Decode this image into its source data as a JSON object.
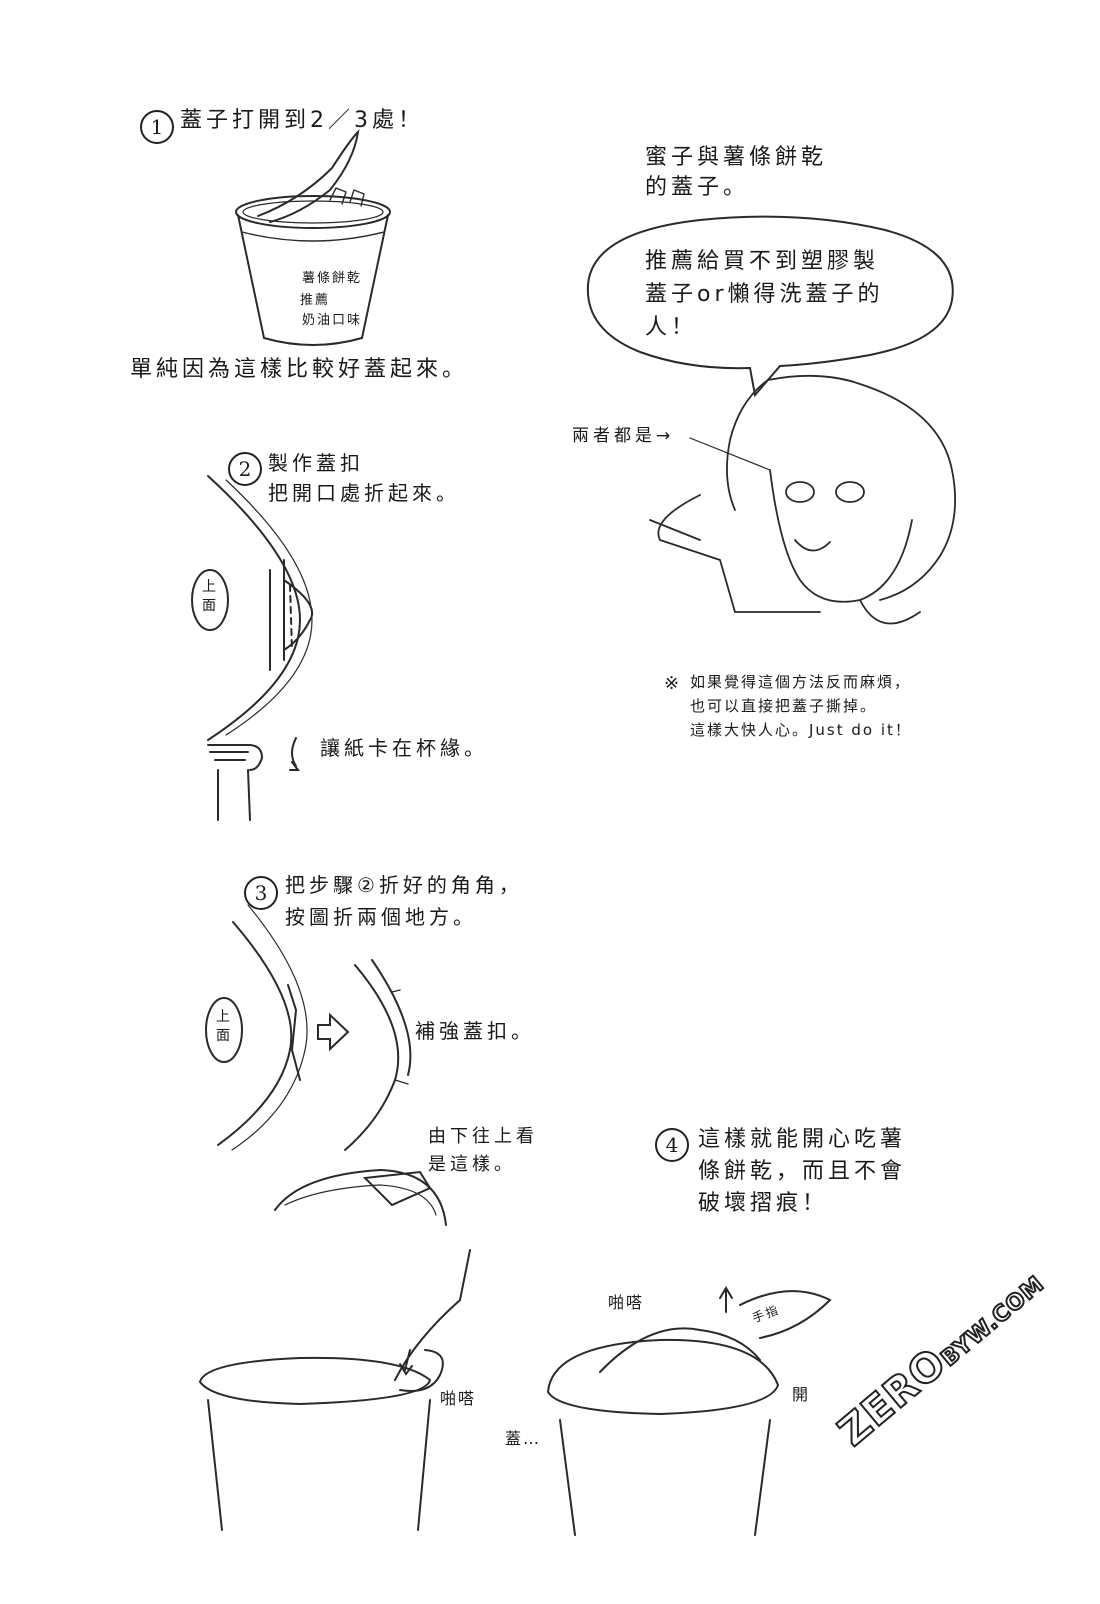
{
  "step1": {
    "number": "1",
    "title": "蓋子打開到2／3處！",
    "cup_label_lines": [
      "薯條餅乾",
      "推薦",
      "奶油口味"
    ],
    "caption": "單純因為這樣比較好蓋起來。"
  },
  "bubble_intro": {
    "lines": [
      "蜜子與薯條餅乾",
      "的蓋子。"
    ]
  },
  "speech_bubble": {
    "lines": [
      "推薦給買不到塑膠製",
      "蓋子or懶得洗蓋子的",
      "人！"
    ]
  },
  "both_label": "兩者都是→",
  "note": {
    "mark": "※",
    "lines": [
      "如果覺得這個方法反而麻煩，",
      "也可以直接把蓋子撕掉。",
      "這樣大快人心。Just do it！"
    ]
  },
  "step2": {
    "number": "2",
    "lines": [
      "製作蓋扣",
      "把開口處折起來。"
    ],
    "top_label": "上面",
    "caption": "讓紙卡在杯緣。"
  },
  "step3": {
    "number": "3",
    "lines": [
      "把步驟②折好的角角，",
      "按圖折兩個地方。"
    ],
    "top_label": "上面",
    "reinforce": "補強蓋扣。",
    "bottom_view_lines": [
      "由下往上看",
      "是這樣。"
    ]
  },
  "step4": {
    "number": "4",
    "lines": [
      "這樣就能開心吃薯",
      "條餅乾，而且不會",
      "破壞摺痕！"
    ],
    "sfx_left": "啪嗒",
    "sfx_close": "蓋…",
    "sfx_right": "啪嗒",
    "finger_label": "手指",
    "open_label": "開"
  },
  "watermark": {
    "main": "ZERO",
    "tail": "BYW.COM"
  }
}
